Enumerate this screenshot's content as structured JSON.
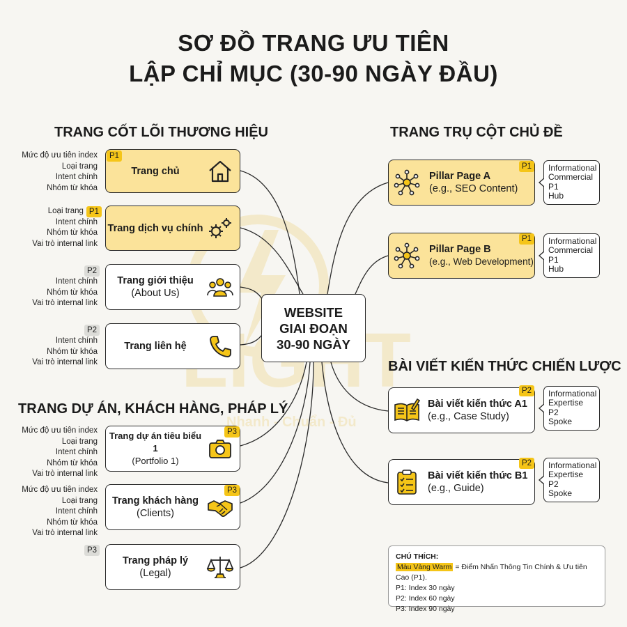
{
  "title": {
    "line1": "SƠ ĐỒ TRANG ƯU TIÊN",
    "line2": "LẬP CHỈ MỤC (30-90 NGÀY ĐẦU)"
  },
  "center": {
    "line1": "WEBSITE",
    "line2": "GIAI ĐOẠN",
    "line3": "30-90 NGÀY"
  },
  "watermark": {
    "word": "LIGHT",
    "slogan": "Nhanh - Chuẩn - Đủ"
  },
  "sections": {
    "core": "TRANG CỐT LÕI THƯƠNG HIỆU",
    "projects": "TRANG DỰ ÁN, KHÁCH HÀNG, PHÁP LÝ",
    "pillar": "TRANG TRỤ CỘT CHỦ ĐỀ",
    "articles": "BÀI VIẾT KIẾN THỨC CHIẾN LƯỢC"
  },
  "left_nodes": {
    "home": {
      "label": "Trang chủ",
      "badge": "P1",
      "icon": "house-icon",
      "side": [
        "Mức độ ưu tiên index",
        "Loại trang",
        "Intent chính",
        "Nhóm từ khóa"
      ]
    },
    "services": {
      "label": "Trang dịch vụ chính",
      "badge": "P1",
      "icon": "gears-icon",
      "side": [
        "Loại trang",
        "Intent chính",
        "Nhóm từ khóa",
        "Vai trò internal link"
      ]
    },
    "about": {
      "label": "Trang giới thiệu",
      "sub": "(About Us)",
      "badge": "P2",
      "icon": "team-icon",
      "side": [
        "Intent chính",
        "Nhóm từ khóa",
        "Vai trò internal link"
      ]
    },
    "contact": {
      "label": "Trang liên hệ",
      "badge": "P2",
      "icon": "phone-icon",
      "side": [
        "Intent chính",
        "Nhóm từ khóa",
        "Vai trò internal link"
      ]
    },
    "portfolio": {
      "label": "Trang dự án tiêu biểu 1",
      "sub": "(Portfolio 1)",
      "badge": "P3",
      "icon": "camera-icon",
      "side": [
        "Mức độ ưu tiên index",
        "Loại trang",
        "Intent chính",
        "Nhóm từ khóa",
        "Vai trò internal link"
      ]
    },
    "clients": {
      "label": "Trang khách hàng",
      "sub": "(Clients)",
      "badge": "P3",
      "icon": "handshake-icon",
      "side": [
        "Mức độ ưu tiên index",
        "Loại trang",
        "Intent chính",
        "Nhóm từ khóa",
        "Vai trò internal link"
      ]
    },
    "legal": {
      "label": "Trang pháp lý",
      "sub": "(Legal)",
      "badge": "P3",
      "icon": "scales-icon",
      "side": []
    }
  },
  "right_nodes": {
    "pillar_a": {
      "label": "Pillar Page A",
      "sub": "(e.g., SEO Content)",
      "badge": "P1",
      "icon": "network-icon",
      "tags": [
        "Informational",
        "Commercial",
        "P1",
        "Hub"
      ]
    },
    "pillar_b": {
      "label": "Pillar Page B",
      "sub": "(e.g., Web Development)",
      "badge": "P1",
      "icon": "network-icon",
      "tags": [
        "Informational",
        "Commercial",
        "P1",
        "Hub"
      ]
    },
    "article_a1": {
      "label": "Bài viết kiến thức A1",
      "sub": "(e.g., Case Study)",
      "badge": "P2",
      "icon": "book-icon",
      "tags": [
        "Informational",
        "Expertise",
        "P2",
        "Spoke"
      ]
    },
    "article_b1": {
      "label": "Bài viết kiến thức B1",
      "sub": "(e.g., Guide)",
      "badge": "P2",
      "icon": "checklist-icon",
      "tags": [
        "Informational",
        "Expertise",
        "P2",
        "Spoke"
      ]
    }
  },
  "legend": {
    "title": "CHÚ THÍCH:",
    "highlight": "Màu Vàng Warm",
    "highlight_desc": "= Điểm Nhấn Thông Tin Chính & Ưu tiên Cao (P1).",
    "p1": "P1: Index 30 ngày",
    "p2": "P2: Index 60 ngày",
    "p3": "P3: Index 90 ngày"
  },
  "colors": {
    "warm": "#fbe39a",
    "accent": "#f5c518",
    "badge_grey": "#dcdcd8",
    "line": "#2a2a2a",
    "bg": "#f7f6f2"
  }
}
